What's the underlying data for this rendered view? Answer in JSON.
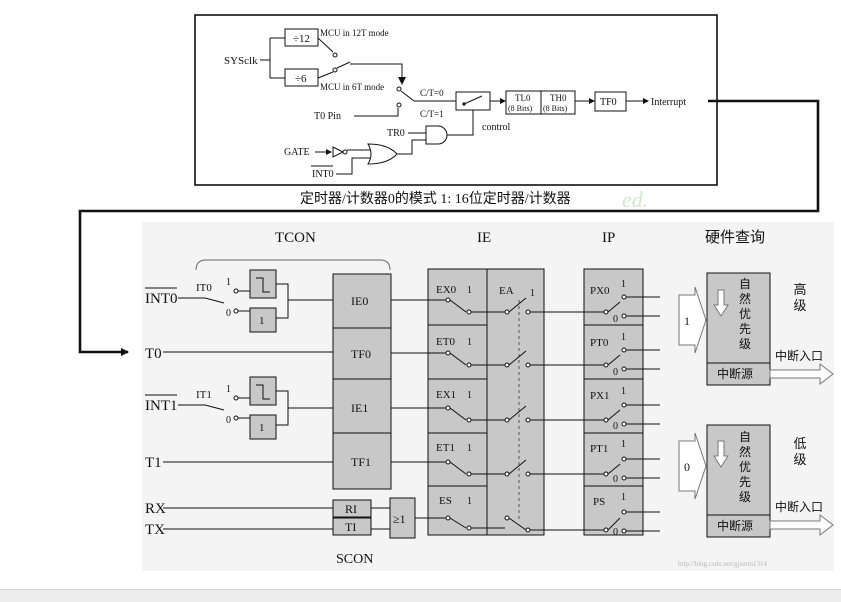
{
  "top_diagram": {
    "sysclk": "SYSclk",
    "div12": "÷12",
    "div6": "÷6",
    "mode12": "MCU in 12T mode",
    "mode6": "MCU in 6T mode",
    "t0pin": "T0 Pin",
    "ct0": "C/T=0",
    "ct1": "C/T=1",
    "tl0": "TL0",
    "tl0_bits": "(8 Bits)",
    "th0": "TH0",
    "th0_bits": "(8 Bits)",
    "tf0": "TF0",
    "interrupt": "Interrupt",
    "control": "control",
    "tr0": "TR0",
    "gate": "GATE",
    "int0": "INT0",
    "caption": "定时器/计数器0的模式 1: 16位定时器/计数器"
  },
  "bottom_diagram": {
    "headers": {
      "tcon": "TCON",
      "ie": "IE",
      "ip": "IP",
      "query": "硬件查询"
    },
    "inputs": [
      "INT0",
      "T0",
      "INT1",
      "T1",
      "RX",
      "TX"
    ],
    "it_labels": [
      "IT0",
      "IT1"
    ],
    "one": "1",
    "zero": "0",
    "flags": [
      "IE0",
      "TF0",
      "IE1",
      "TF1"
    ],
    "scon_flags": [
      "RI",
      "TI"
    ],
    "or_gate": "≥1",
    "scon": "SCON",
    "enables": [
      "EX0",
      "ET0",
      "EX1",
      "ET1",
      "ES"
    ],
    "ea": "EA",
    "priorities": [
      "PX0",
      "PT0",
      "PX1",
      "PT1",
      "PS"
    ],
    "high_label": "高\n级",
    "low_label": "低\n级",
    "natural_priority": "自\n然\n优\n先\n级",
    "vector": "中断源",
    "entry": "中断入口",
    "arrow_high": "1",
    "arrow_low": "0",
    "watermark": "http://blog.csdn.net/gjsmm1314"
  }
}
